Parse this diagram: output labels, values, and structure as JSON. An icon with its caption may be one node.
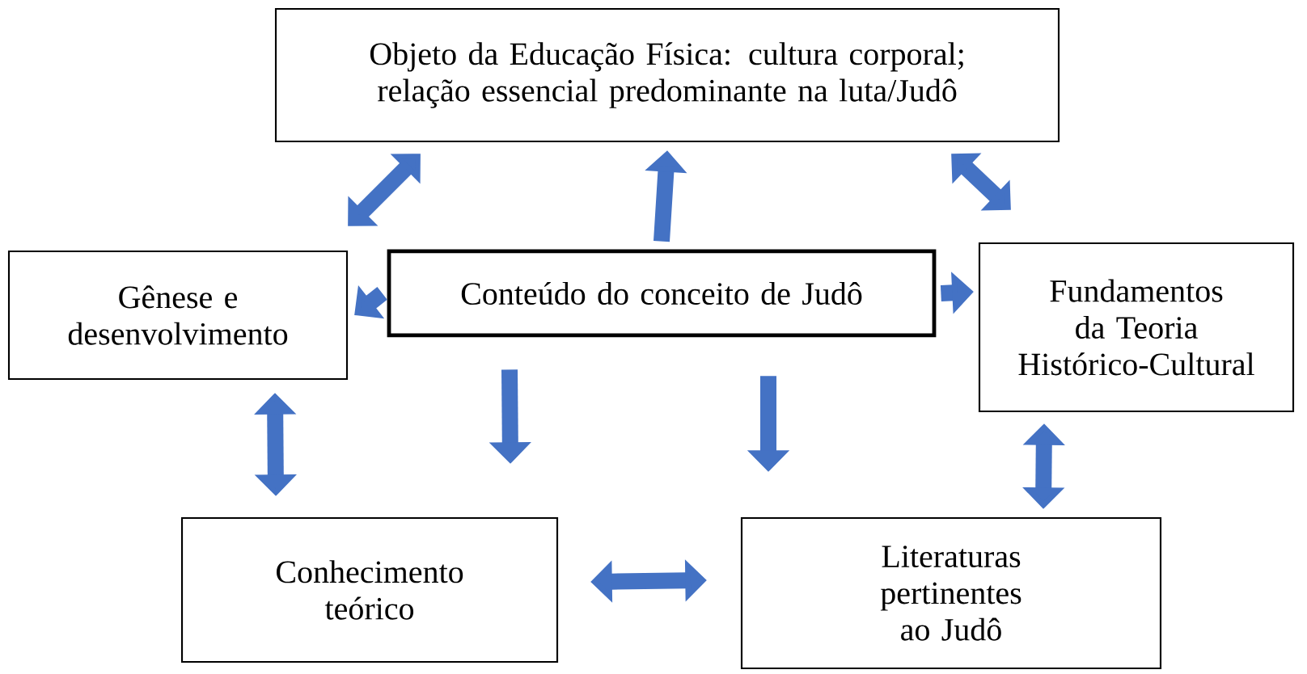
{
  "diagram": {
    "nodes": [
      {
        "text": [
          "Objeto da Educação Física: cultura corporal; relação essencial predominante na luta/Judô"
        ]
      },
      {
        "text": [
          "Gênese e desenvolvimento"
        ]
      },
      {
        "text": [
          "Conteúdo do conceito de Judô"
        ]
      },
      {
        "text": [
          "Fundamentos da Teoria Histórico-Cultural"
        ]
      },
      {
        "text": [
          "Conhecimento teórico"
        ]
      },
      {
        "text": [
          "Literaturas pertinentes ao Judô"
        ]
      }
    ],
    "edges": [
      {
        "from": 2,
        "to": 0,
        "arrow": "to"
      },
      {
        "from": 2,
        "to": 1,
        "arrow": "to"
      },
      {
        "from": 2,
        "to": 3,
        "arrow": "to"
      },
      {
        "from": 1,
        "to": 0,
        "arrow": "both"
      },
      {
        "from": 0,
        "to": 3,
        "arrow": "both"
      },
      {
        "from": 1,
        "to": 4,
        "arrow": "both"
      },
      {
        "from": 3,
        "to": 5,
        "arrow": "both"
      },
      {
        "from": 4,
        "to": 5,
        "arrow": "both"
      },
      {
        "from": 2,
        "to": 4,
        "arrow": "to"
      },
      {
        "from": 2,
        "to": 5,
        "arrow": "to"
      }
    ]
  }
}
